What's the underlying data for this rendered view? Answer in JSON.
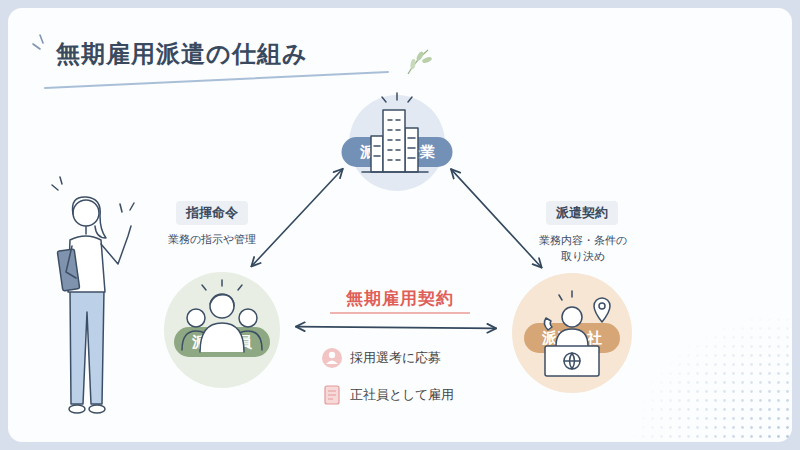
{
  "diagram": {
    "title": "無期雇用派遣の仕組み",
    "nodes": [
      {
        "text": [
          "派遣先企業"
        ]
      },
      {
        "text": [
          "派遣社員"
        ]
      },
      {
        "text": [
          "派遣会社"
        ]
      }
    ],
    "edges": [
      {
        "from": 0,
        "to": 1,
        "label": "指揮命令",
        "arrow": "both"
      },
      {
        "from": 0,
        "to": 2,
        "label": "派遣契約",
        "arrow": "both"
      },
      {
        "from": 1,
        "to": 2,
        "label": "無期雇用契約",
        "arrow": "both"
      }
    ],
    "labels": [
      "業務の指示や管理",
      "業務内容・条件の 取り決め",
      "採用選考に応募",
      "正社員として雇用"
    ]
  }
}
